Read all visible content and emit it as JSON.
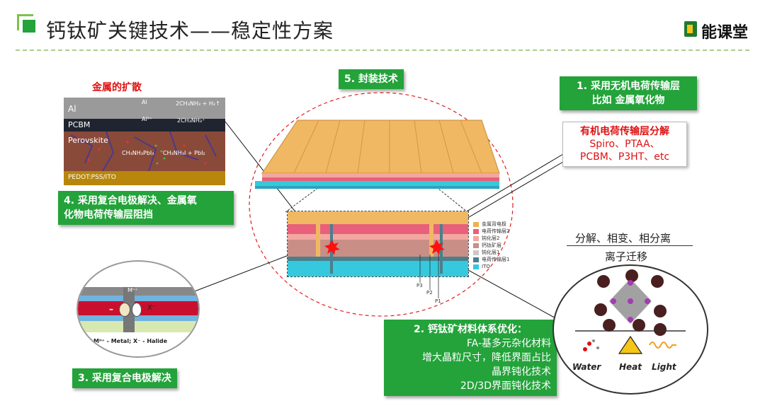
{
  "header": {
    "title": "钙钛矿关键技术——稳定性方案",
    "logo_text": "能课堂"
  },
  "colors": {
    "accent_green": "#23a33a",
    "alert_red": "#e01010",
    "rule": "#8fbf6a"
  },
  "diffusion": {
    "title": "金属的扩散",
    "layers": [
      "Al",
      "PCBM",
      "Perovskite",
      "PEDOT:PSS/ITO"
    ],
    "formulas": [
      "Al",
      "2CH₃NH₃ + H₂↑",
      "Al³⁺",
      "2CH₃NH₃⁺",
      "CH₃NH₃PbI₃",
      "CH₃NH₃I + PbI₂"
    ]
  },
  "box4": {
    "line1": "4. 采用复合电极解决、金属氧",
    "line2": "化物电荷传输层阻挡"
  },
  "box5": {
    "label": "5. 封装技术"
  },
  "box1": {
    "line1": "1. 采用无机电荷传输层",
    "line2": "比如 金属氧化物"
  },
  "organic": {
    "title": "有机电荷传输层分解",
    "line1": "Spiro、PTAA、",
    "line2": "PCBM、P3HT、etc"
  },
  "electrode": {
    "ion": "Mⁿ⁺",
    "minus": "–",
    "halide": "X⁻",
    "caption": "Mⁿ⁺ - Metal; X⁻ - Halide"
  },
  "box3": {
    "label": "3. 采用复合电极解决"
  },
  "legend": {
    "items": [
      {
        "label": "金属背电极",
        "color": "#f2b04a"
      },
      {
        "label": "电荷传输层2",
        "color": "#e8607a"
      },
      {
        "label": "钝化层2",
        "color": "#f3a7a0"
      },
      {
        "label": "钙钛矿层",
        "color": "#c98f86"
      },
      {
        "label": "钝化层1",
        "color": "#c9c9c9"
      },
      {
        "label": "电荷传输层1",
        "color": "#4a7f8c"
      },
      {
        "label": "ITO",
        "color": "#36c8dc"
      }
    ],
    "markers": [
      "P3",
      "P2",
      "P1"
    ]
  },
  "box2": {
    "title": "2. 钙钛矿材料体系优化：",
    "lines": [
      "FA-基多元杂化材料",
      "增大晶粒尺寸，降低界面占比",
      "晶界钝化技术",
      "2D/3D界面钝化技术"
    ]
  },
  "crystal": {
    "top1": "分解、相变、相分离",
    "top2": "离子迁移",
    "factors": [
      "Water",
      "Heat",
      "Light"
    ]
  }
}
